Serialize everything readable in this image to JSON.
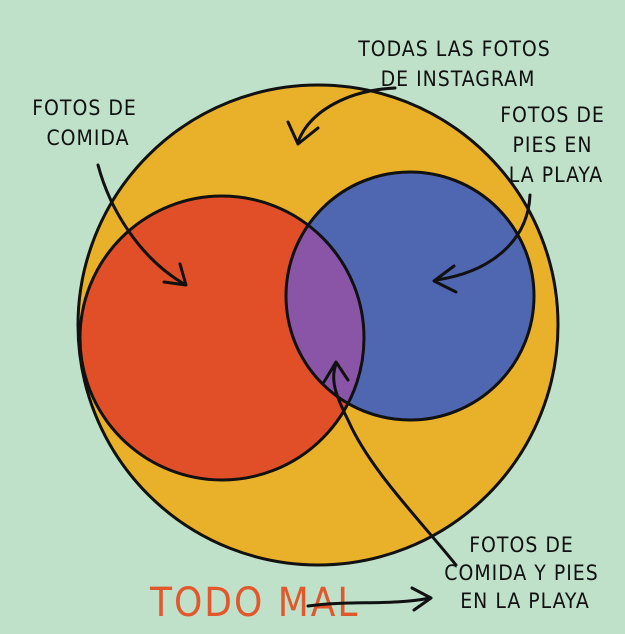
{
  "colors": {
    "background": "#bfe0c9",
    "all_instagram": "#e9b12a",
    "food": "#e04f27",
    "feet": "#4f67b0",
    "overlap": "#8a55a6",
    "title": "#e0582b",
    "ink": "#111111"
  },
  "labels": {
    "all_instagram": [
      "TODAS LAS FOTOS",
      "DE INSTAGRAM"
    ],
    "food": [
      "FOTOS DE",
      "COMIDA"
    ],
    "feet": [
      "FOTOS DE",
      "PIES EN",
      "LA PLAYA"
    ],
    "overlap": [
      "FOTOS DE",
      "COMIDA Y PIES",
      "EN LA PLAYA"
    ]
  },
  "title": "TODO MAL"
}
